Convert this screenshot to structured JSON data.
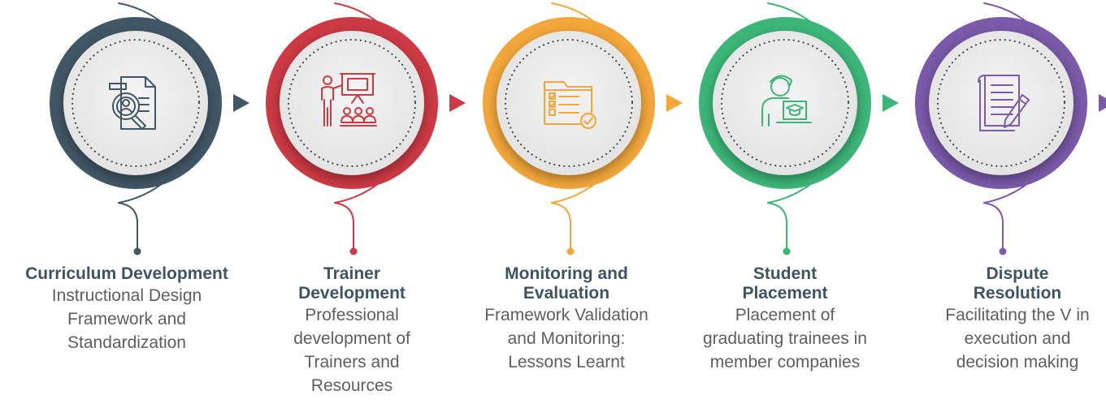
{
  "steps": [
    {
      "id": "curriculum",
      "title_lines": [
        "Curriculum Development"
      ],
      "desc_lines": [
        "Instructional Design",
        "Framework and",
        "Standardization"
      ],
      "color": "#425766",
      "icon": "document-search-icon"
    },
    {
      "id": "trainer",
      "title_lines": [
        "Trainer",
        "Development"
      ],
      "desc_lines": [
        "Professional",
        "development of",
        "Trainers and",
        "Resources"
      ],
      "color": "#cd3a44",
      "icon": "presentation-trainer-icon"
    },
    {
      "id": "monitoring",
      "title_lines": [
        "Monitoring and",
        "Evaluation"
      ],
      "desc_lines": [
        "Framework Validation",
        "and Monitoring:",
        "Lessons Learnt"
      ],
      "color": "#f3a73a",
      "icon": "checklist-folder-icon"
    },
    {
      "id": "placement",
      "title_lines": [
        "Student",
        "Placement"
      ],
      "desc_lines": [
        "Placement of",
        "graduating trainees in",
        "member companies"
      ],
      "color": "#3cb678",
      "icon": "graduate-laptop-icon"
    },
    {
      "id": "dispute",
      "title_lines": [
        "Dispute",
        "Resolution"
      ],
      "desc_lines": [
        "Facilitating the V in",
        "execution and",
        "decision making"
      ],
      "color": "#7a5aa9",
      "icon": "document-pen-icon"
    }
  ],
  "title_color": "#3f5463",
  "text_color": "#5e5e5e"
}
